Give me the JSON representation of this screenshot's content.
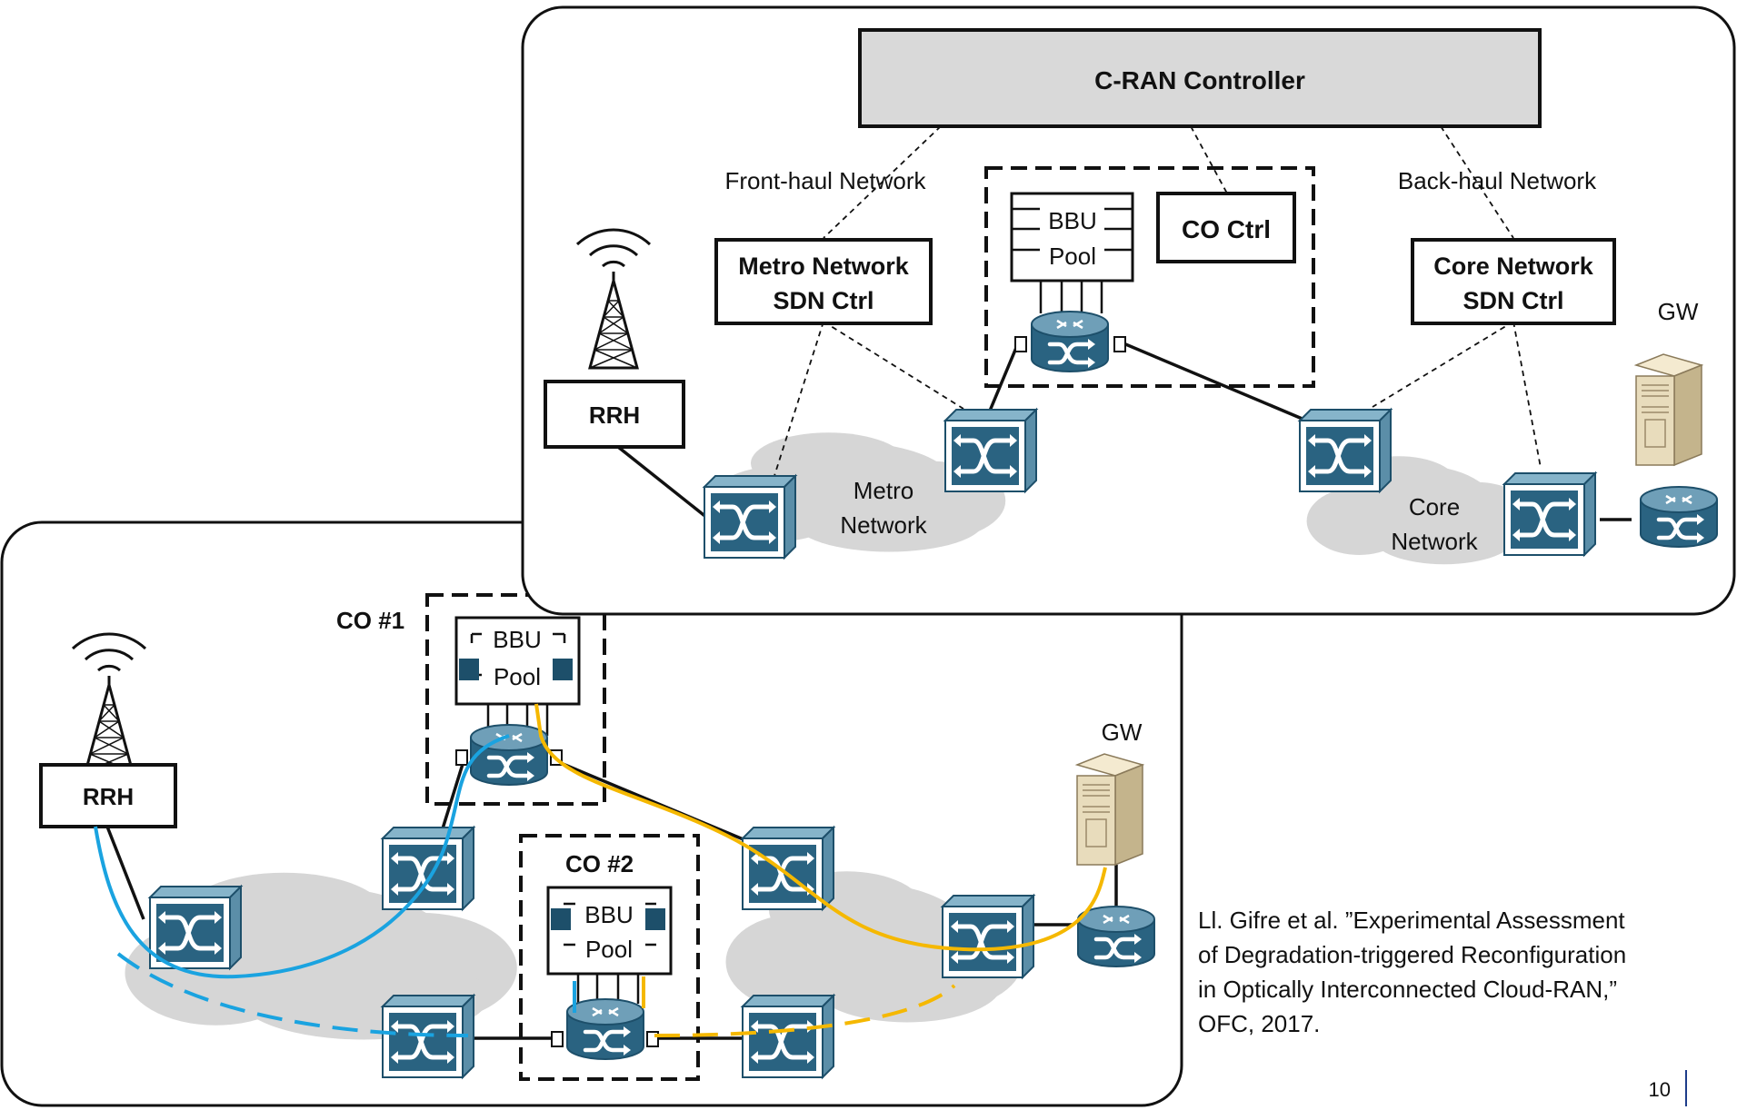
{
  "top_panel": {
    "controller_label": "C-RAN Controller",
    "fronthaul_label": "Front-haul Network",
    "backhaul_label": "Back-haul Network",
    "metro_ctrl_line1": "Metro Network",
    "metro_ctrl_line2": "SDN Ctrl",
    "co_ctrl_label": "CO Ctrl",
    "core_ctrl_line1": "Core Network",
    "core_ctrl_line2": "SDN Ctrl",
    "bbu_line1": "BBU",
    "bbu_line2": "Pool",
    "rrh_label": "RRH",
    "metro_cloud_line1": "Metro",
    "metro_cloud_line2": "Network",
    "core_cloud_line1": "Core",
    "core_cloud_line2": "Network",
    "gw_label": "GW"
  },
  "bottom_panel": {
    "co1_label": "CO #1",
    "co2_label": "CO #2",
    "bbu1_line1": "BBU",
    "bbu1_line2": "Pool",
    "bbu2_line1": "BBU",
    "bbu2_line2": "Pool",
    "rrh_label": "RRH",
    "gw_label": "GW"
  },
  "citation": {
    "line1": "Ll. Gifre et al. ”Experimental Assessment",
    "line2": "of Degradation-triggered Reconfiguration",
    "line3": "in Optically Interconnected Cloud-RAN,”",
    "line4": "OFC, 2017."
  },
  "page_number": "10",
  "colors": {
    "switch_face": "#3a6f8a",
    "switch_dark": "#1d4f6a",
    "cloud": "#d6d6d6",
    "controller_fill": "#d9d9d9",
    "blue_path": "#1aa3e0",
    "yellow_path": "#f5b800",
    "port_fill": "#1d4f6a"
  }
}
